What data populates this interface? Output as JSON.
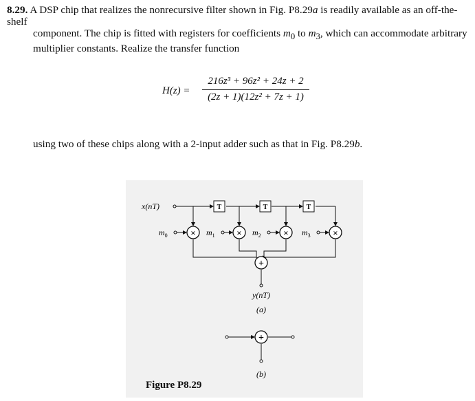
{
  "problem": {
    "number": "8.29.",
    "text_parts": [
      "A DSP chip that realizes the nonrecursive filter shown in Fig. P8.29",
      "a",
      " is readily available as an off-the-shelf",
      "component. The chip is fitted with registers for coefficients ",
      "m",
      "0",
      " to ",
      "m",
      "3",
      ", which can accommodate arbitrary",
      "multiplier constants. Realize the transfer function"
    ]
  },
  "equation": {
    "lhs": "H(z) =",
    "numerator": "216z³ + 96z² + 24z + 2",
    "denominator": "(2z + 1)(12z² + 7z + 1)"
  },
  "after_text": {
    "before": "using two of these chips along with a 2-input adder such as that in Fig. P8.29",
    "letter": "b",
    "after": "."
  },
  "figure": {
    "input_label": "x(nT)",
    "delay_label": "T",
    "multiplier_symbol": "×",
    "adder_symbol": "+",
    "coefficients": [
      "m0",
      "m1",
      "m2",
      "m3"
    ],
    "coef_labels": [
      {
        "base": "m",
        "sub": "0"
      },
      {
        "base": "m",
        "sub": "1"
      },
      {
        "base": "m",
        "sub": "2"
      },
      {
        "base": "m",
        "sub": "3"
      }
    ],
    "output_label": "y(nT)",
    "sublabel_a": "(a)",
    "sublabel_b": "(b)",
    "caption": "Figure P8.29"
  }
}
